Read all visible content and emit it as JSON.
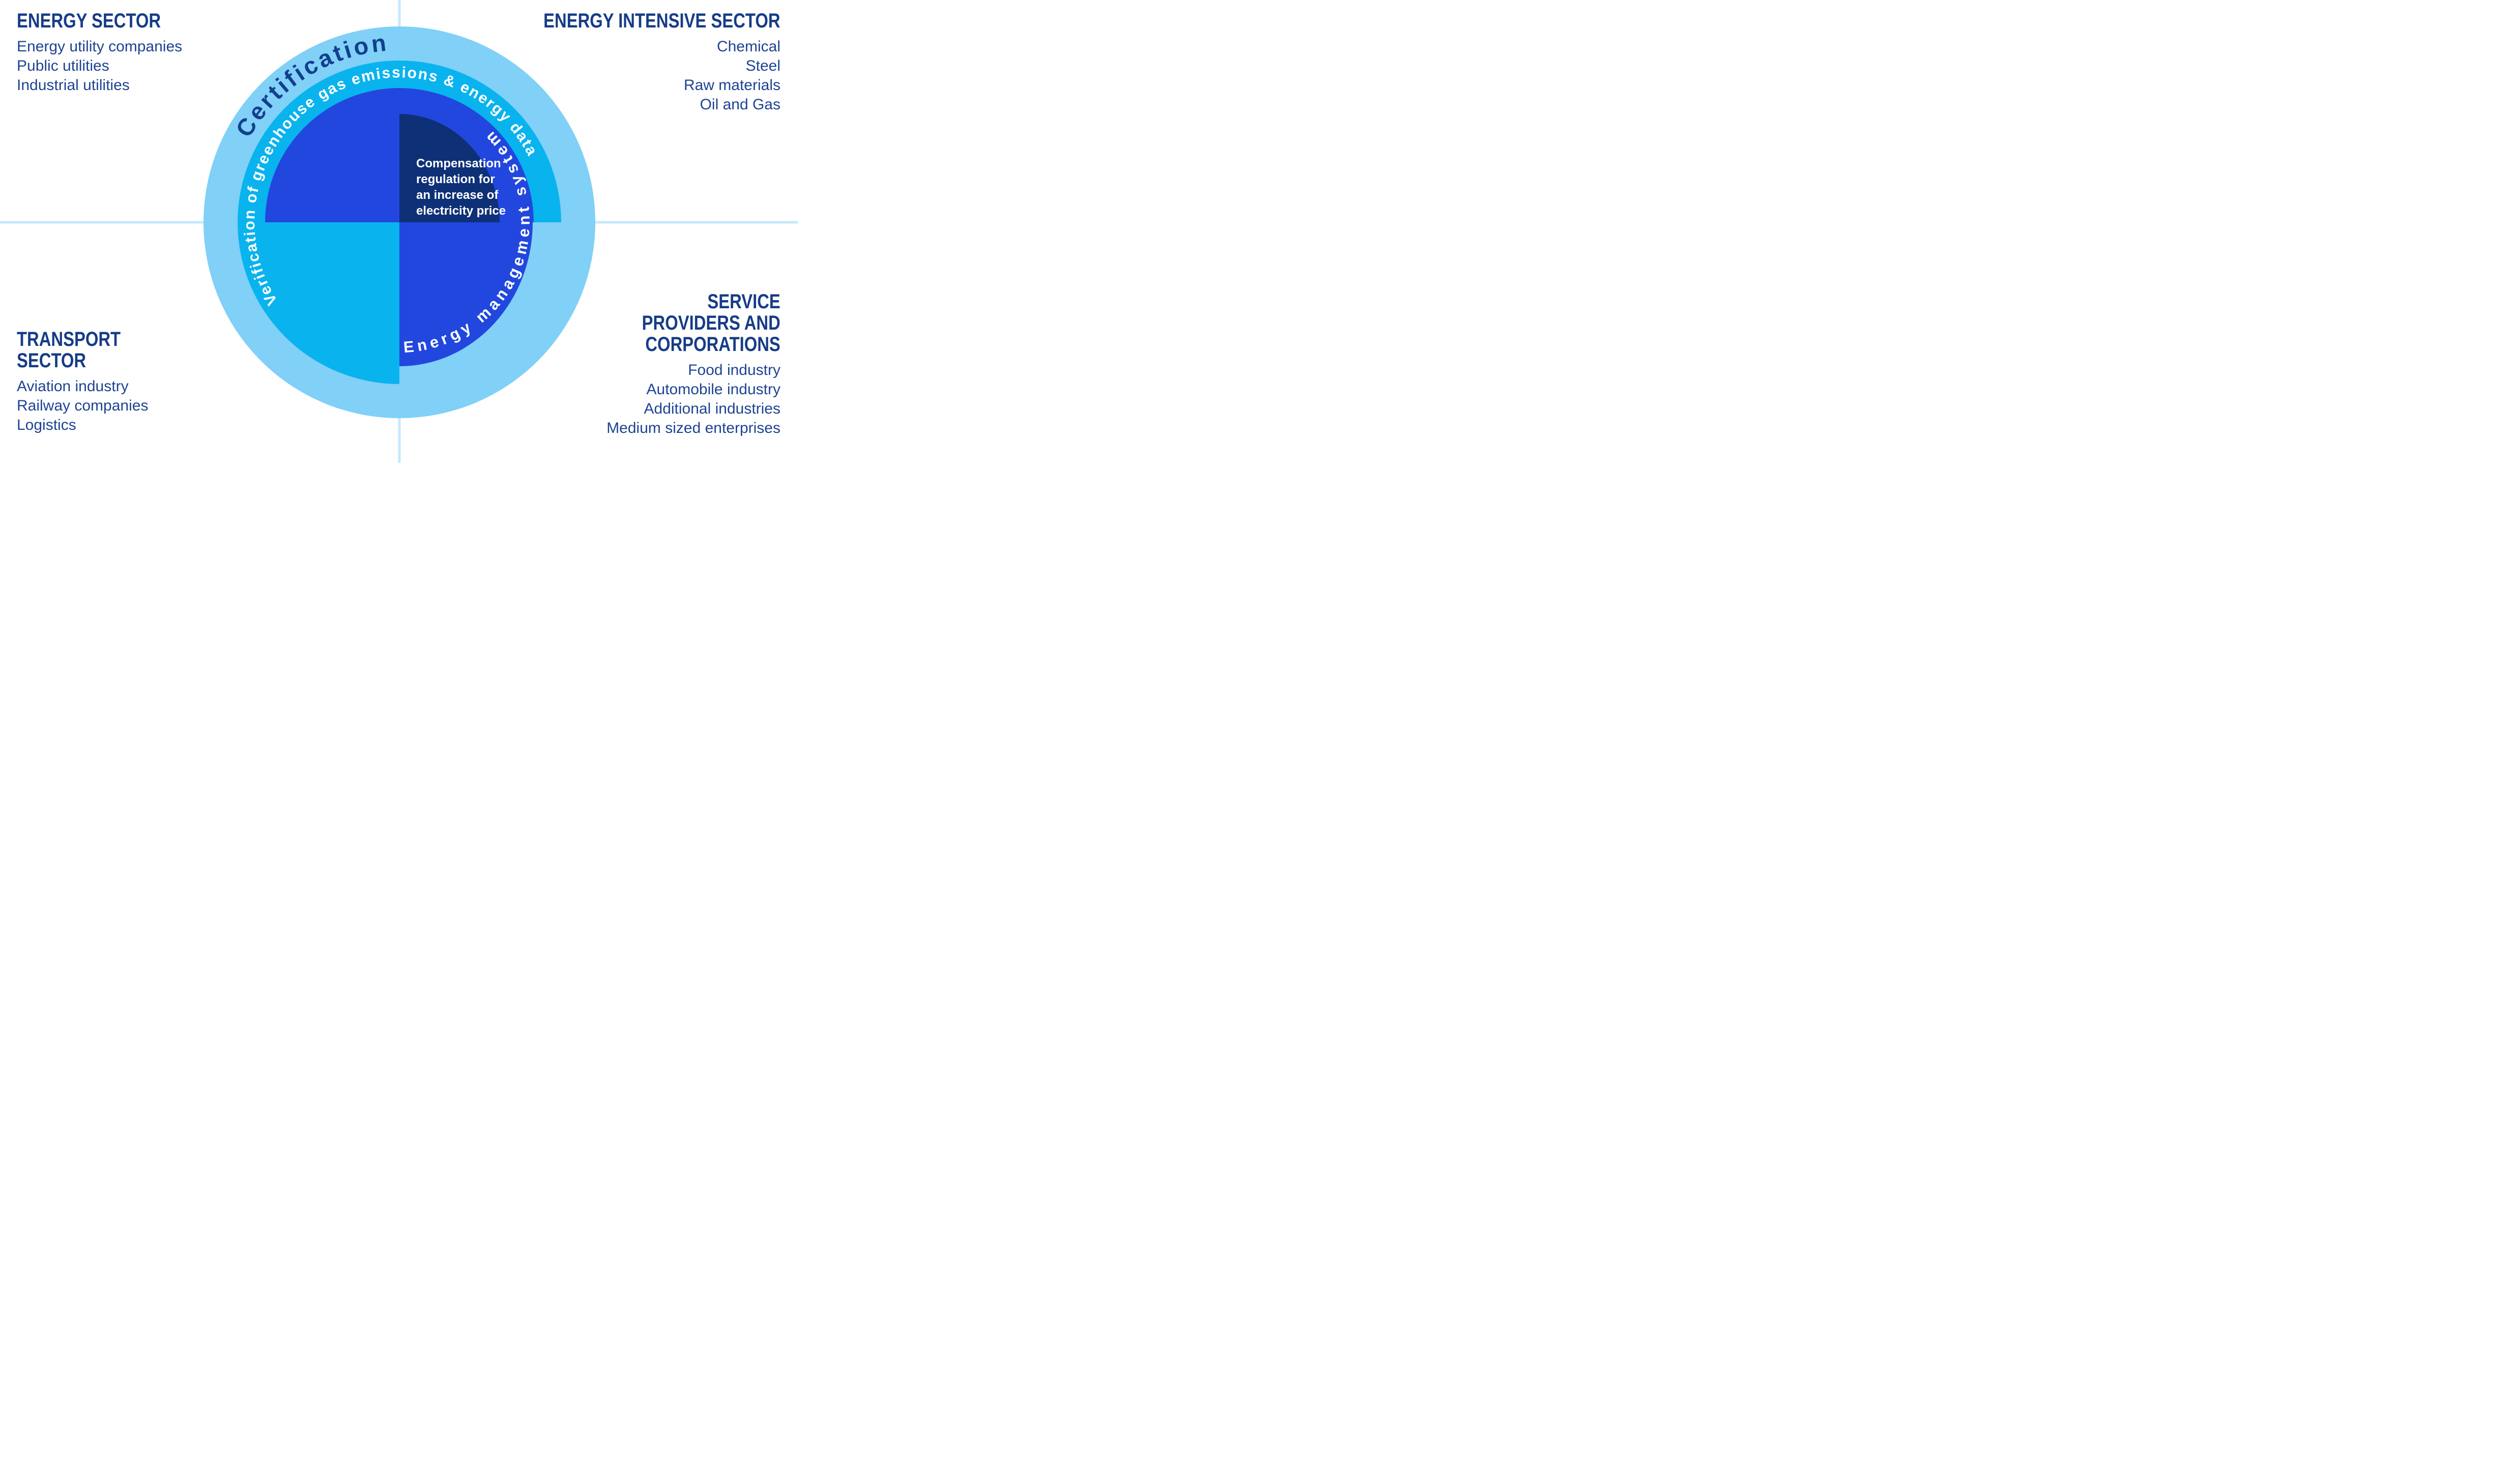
{
  "diagram": {
    "certification_label": "Certification",
    "verification_label": "Verification of greenhouse gas emissions & energy data",
    "ems_label": "Energy management system",
    "center_text_lines": [
      "Compensation",
      "regulation for",
      "an increase of",
      "electricity price"
    ],
    "colors": {
      "outer_disc": "#80d0f7",
      "cyan": "#09b3ee",
      "medium_blue": "#2247de",
      "dark_navy": "#0e3077",
      "pale_line": "#c7e8fb",
      "title_navy": "#163c87",
      "item_navy": "#1d4392",
      "certification_text": "#123f8e",
      "white": "#ffffff"
    }
  },
  "sectors": {
    "energy": {
      "title_lines": [
        "ENERGY SECTOR"
      ],
      "items": [
        "Energy utility companies",
        "Public utilities",
        "Industrial utilities"
      ]
    },
    "energy_intensive": {
      "title_lines": [
        "ENERGY INTENSIVE SECTOR"
      ],
      "items": [
        "Chemical",
        "Steel",
        "Raw materials",
        "Oil and Gas"
      ]
    },
    "transport": {
      "title_lines": [
        "TRANSPORT",
        "SECTOR"
      ],
      "items": [
        "Aviation industry",
        "Railway companies",
        "Logistics"
      ]
    },
    "service": {
      "title_lines": [
        "SERVICE",
        "PROVIDERS AND",
        "CORPORATIONS"
      ],
      "items": [
        "Food industry",
        "Automobile industry",
        "Additional industries",
        "Medium sized enterprises"
      ]
    }
  }
}
